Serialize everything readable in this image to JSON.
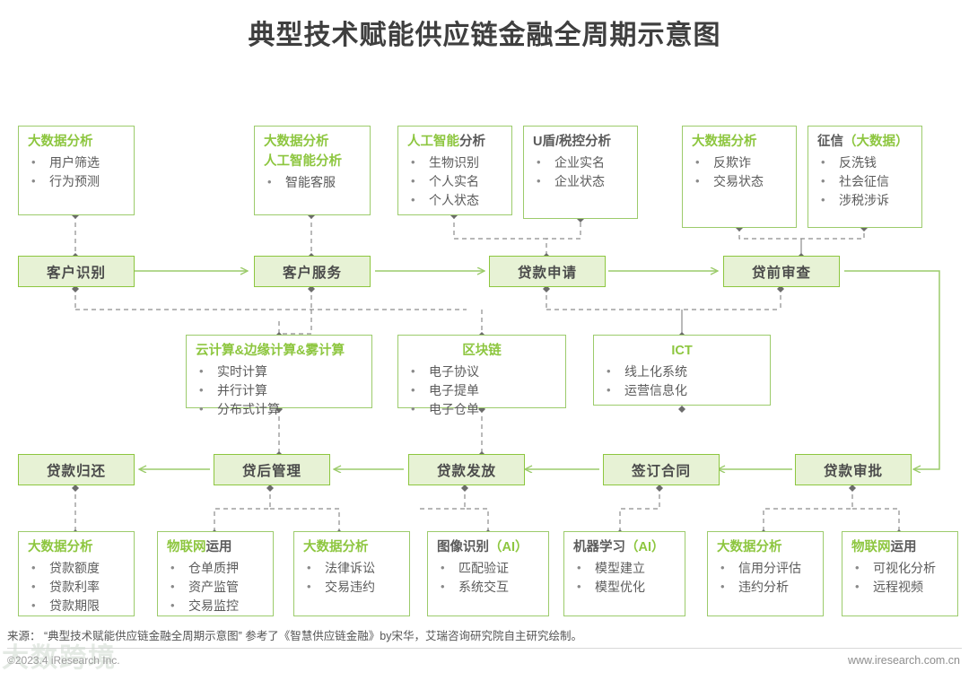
{
  "title": "典型技术赋能供应链金融全周期示意图",
  "colors": {
    "accent_green": "#8dc63f",
    "box_fill": "#e7f2d5",
    "border_green": "#9ccb6b",
    "text_dark": "#5b5b5b",
    "connector_gray": "#8c8c8c"
  },
  "process_row_top": [
    {
      "label": "客户识别"
    },
    {
      "label": "客户服务"
    },
    {
      "label": "贷款申请"
    },
    {
      "label": "贷前审查"
    }
  ],
  "process_row_bottom": [
    {
      "label": "贷款归还"
    },
    {
      "label": "贷后管理"
    },
    {
      "label": "贷款发放"
    },
    {
      "label": "签订合同"
    },
    {
      "label": "贷款审批"
    }
  ],
  "top_cards": [
    {
      "header_parts": [
        {
          "text": "大数据分析",
          "color": "green"
        }
      ],
      "items": [
        "用户筛选",
        "行为预测"
      ]
    },
    {
      "header_parts": [
        {
          "text": "大数据分析",
          "color": "green"
        }
      ],
      "header_parts2": [
        {
          "text": "人工智能分析",
          "color": "green"
        }
      ],
      "items": [
        "智能客服"
      ]
    },
    {
      "header_parts": [
        {
          "text": "人工智能",
          "color": "green"
        },
        {
          "text": "分析",
          "color": "dark"
        }
      ],
      "items": [
        "生物识别",
        "个人实名",
        "个人状态"
      ]
    },
    {
      "header_parts": [
        {
          "text": "U盾/税控分析",
          "color": "dark"
        }
      ],
      "items": [
        "企业实名",
        "企业状态"
      ]
    },
    {
      "header_parts": [
        {
          "text": "大数据分析",
          "color": "green"
        }
      ],
      "items": [
        "反欺诈",
        "交易状态"
      ]
    },
    {
      "header_parts": [
        {
          "text": "征信",
          "color": "dark"
        },
        {
          "text": "（大数据）",
          "color": "green"
        }
      ],
      "items": [
        "反洗钱",
        "社会征信",
        "涉税涉诉"
      ]
    }
  ],
  "middle_cards": [
    {
      "header_parts": [
        {
          "text": "云计算&边缘计算&雾计算",
          "color": "green"
        }
      ],
      "centered": false,
      "items": [
        "实时计算",
        "并行计算",
        "分布式计算"
      ]
    },
    {
      "header_parts": [
        {
          "text": "区块链",
          "color": "green"
        }
      ],
      "centered": true,
      "items": [
        "电子协议",
        "电子提单",
        "电子仓单"
      ]
    },
    {
      "header_parts": [
        {
          "text": "ICT",
          "color": "green"
        }
      ],
      "centered": true,
      "items": [
        "线上化系统",
        "运营信息化"
      ]
    }
  ],
  "bottom_cards": [
    {
      "header_parts": [
        {
          "text": "大数据分析",
          "color": "green"
        }
      ],
      "items": [
        "贷款额度",
        "贷款利率",
        "贷款期限"
      ]
    },
    {
      "header_parts": [
        {
          "text": "物联网",
          "color": "green"
        },
        {
          "text": "运用",
          "color": "dark"
        }
      ],
      "items": [
        "仓单质押",
        "资产监管",
        "交易监控"
      ]
    },
    {
      "header_parts": [
        {
          "text": "大数据分析",
          "color": "green"
        }
      ],
      "items": [
        "法律诉讼",
        "交易违约"
      ]
    },
    {
      "header_parts": [
        {
          "text": "图像识别",
          "color": "dark"
        },
        {
          "text": "（AI）",
          "color": "green"
        }
      ],
      "items": [
        "匹配验证",
        "系统交互"
      ]
    },
    {
      "header_parts": [
        {
          "text": "机器学习",
          "color": "dark"
        },
        {
          "text": "（AI）",
          "color": "green"
        }
      ],
      "items": [
        "模型建立",
        "模型优化"
      ]
    },
    {
      "header_parts": [
        {
          "text": "大数据分析",
          "color": "green"
        }
      ],
      "items": [
        "信用分评估",
        "违约分析"
      ]
    },
    {
      "header_parts": [
        {
          "text": "物联网",
          "color": "green"
        },
        {
          "text": "运用",
          "color": "dark"
        }
      ],
      "items": [
        "可视化分析",
        "远程视频"
      ]
    }
  ],
  "footer": {
    "source": "来源：  “典型技术赋能供应链金融全周期示意图” 参考了《智慧供应链金融》by宋华，艾瑞咨询研究院自主研究绘制。",
    "copyright": "©2023.4 iResearch Inc.",
    "site": "www.iresearch.com.cn",
    "watermark": "大数跨境"
  }
}
